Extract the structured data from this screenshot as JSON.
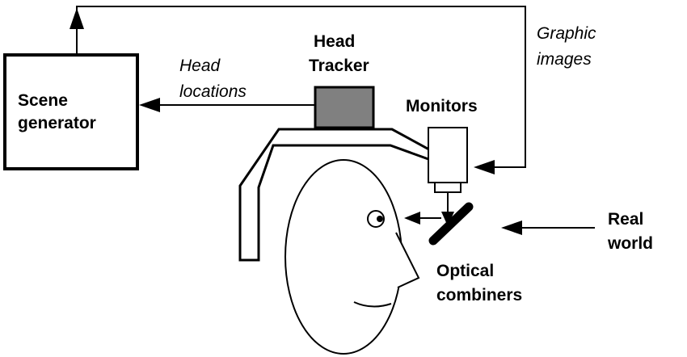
{
  "labels": {
    "scene_generator": [
      "Scene",
      "generator"
    ],
    "head_tracker": [
      "Head",
      "Tracker"
    ],
    "head_locations": [
      "Head",
      "locations"
    ],
    "graphic_images": [
      "Graphic",
      "images"
    ],
    "monitors": "Monitors",
    "real_world": [
      "Real",
      "world"
    ],
    "optical_combiners": [
      "Optical",
      "combiners"
    ]
  },
  "colors": {
    "line": "#000000",
    "tracker_fill": "#808080",
    "background": "#ffffff"
  }
}
